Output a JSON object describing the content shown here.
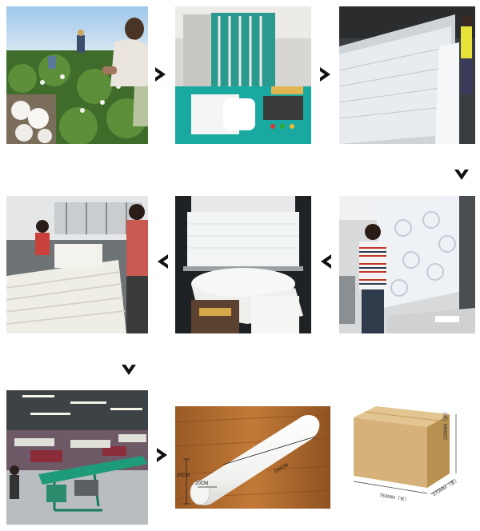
{
  "steps": [
    {
      "name": "cotton-picking"
    },
    {
      "name": "spinning-machine"
    },
    {
      "name": "knitting-machine"
    },
    {
      "name": "fabric-inspection"
    },
    {
      "name": "fabric-roll-winding"
    },
    {
      "name": "fabric-folding"
    },
    {
      "name": "warehouse-conveyor"
    },
    {
      "name": "rolled-product"
    },
    {
      "name": "shipping-carton"
    }
  ],
  "arrows": [
    "chevron-right",
    "chevron-right",
    "chevron-down",
    "chevron-left",
    "chevron-left",
    "chevron-down",
    "chevron-right"
  ],
  "roll_dims": {
    "diameter": "20CM",
    "length": "130CM",
    "end": "20CM"
  },
  "carton_dims": {
    "width": "750MM（长）",
    "depth": "370MM（宽）",
    "height": "200MM（高）"
  },
  "colors": {
    "arrow": "#111111",
    "cardboard": "#d6b27a",
    "machine": "#1aa9a0"
  }
}
